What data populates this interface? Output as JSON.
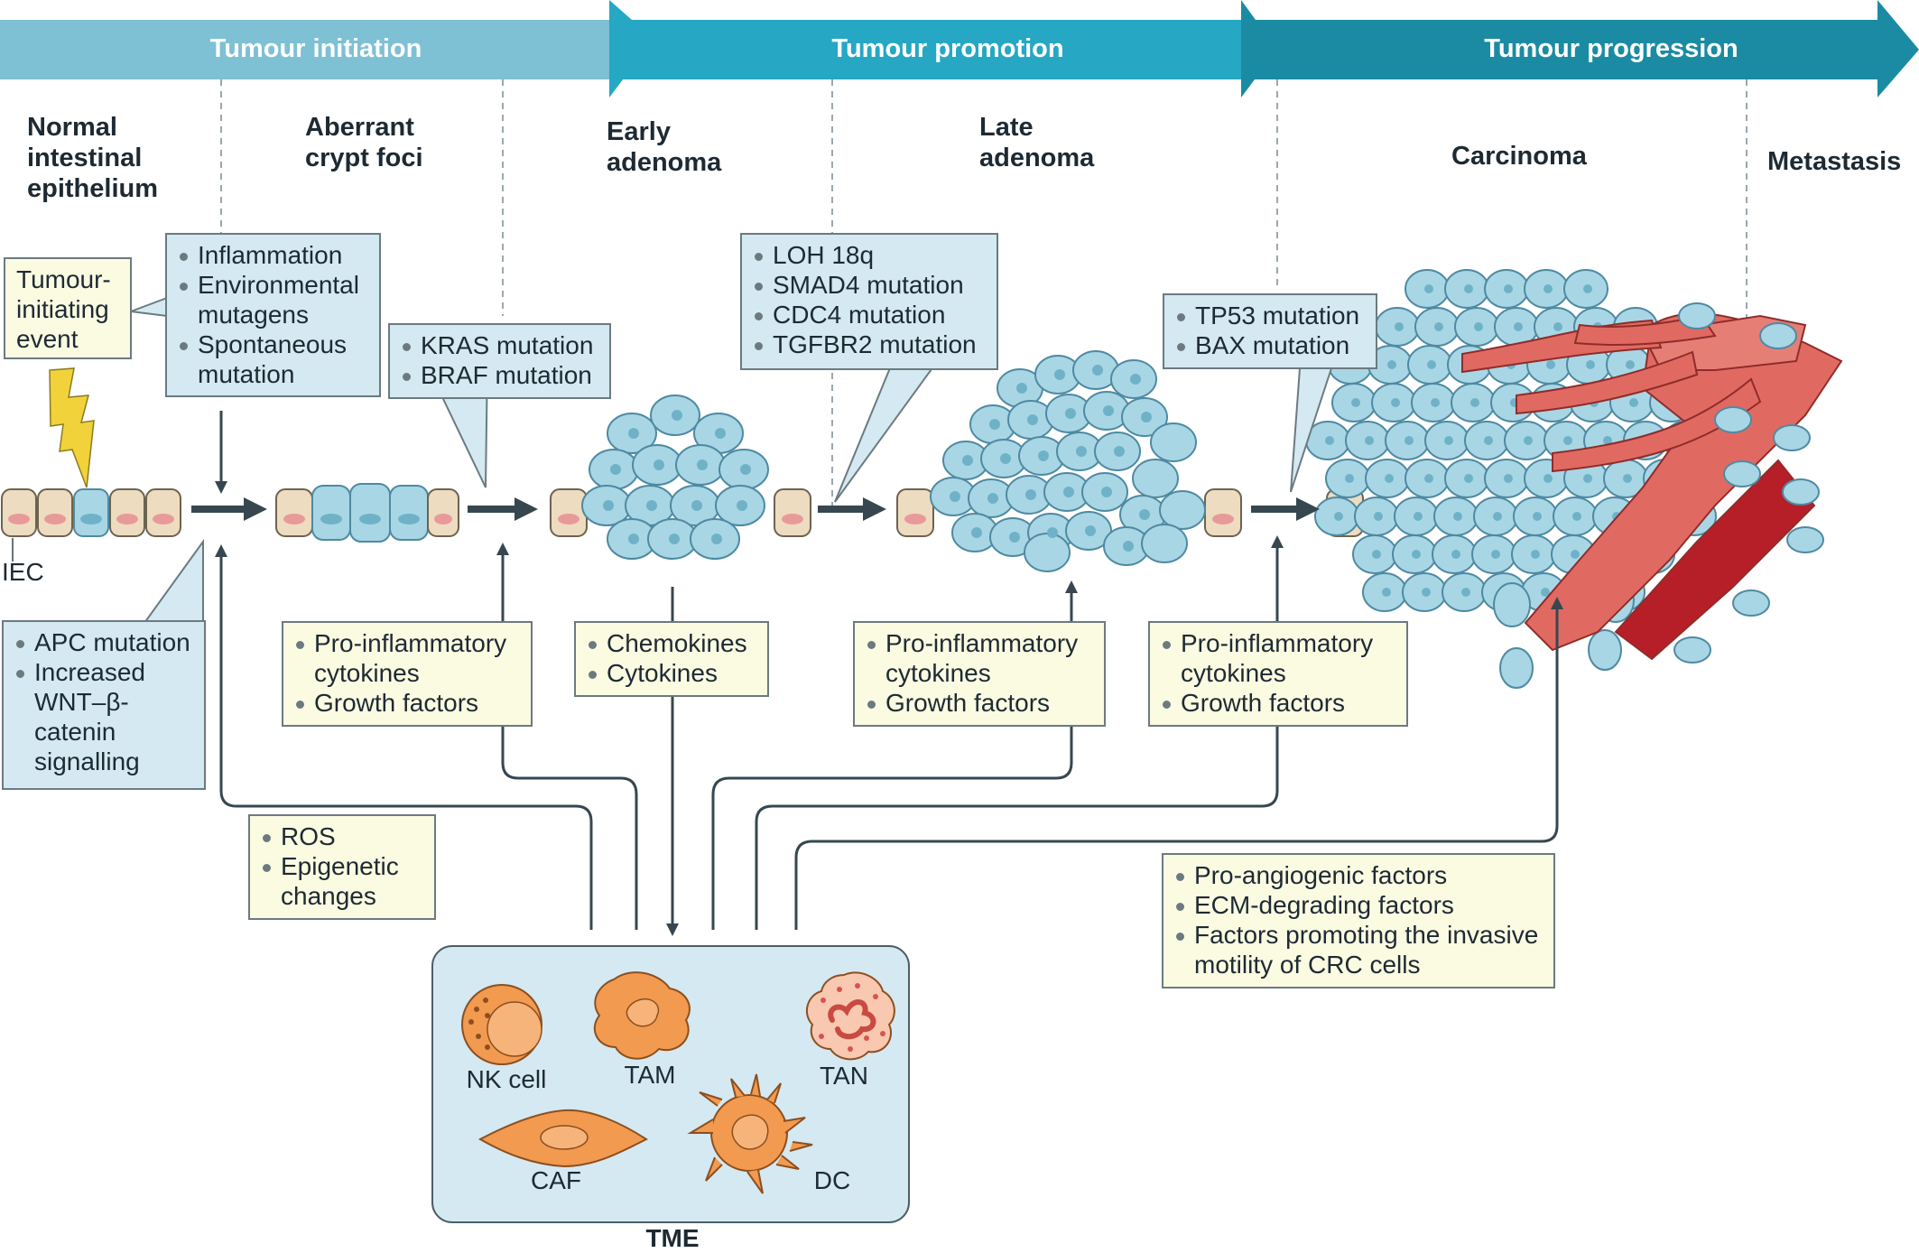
{
  "phases": [
    {
      "label": "Tumour initiation",
      "color": "#7ec0d4"
    },
    {
      "label": "Tumour promotion",
      "color": "#26a7c3"
    },
    {
      "label": "Tumour progression",
      "color": "#1b8ba3"
    }
  ],
  "stages": {
    "normal": "Normal intestinal epithelium",
    "acf": "Aberrant crypt foci",
    "early": "Early adenoma",
    "late": "Late adenoma",
    "carcinoma": "Carcinoma",
    "metastasis": "Metastasis"
  },
  "labels": {
    "iec": "IEC",
    "tme": "TME"
  },
  "boxes": {
    "tumour_initiating": "Tumour-initiating event",
    "inflammation": [
      "Inflammation",
      "Environmental mutagens",
      "Spontaneous mutation"
    ],
    "kras": [
      "KRAS mutation",
      "BRAF mutation"
    ],
    "loh": [
      "LOH 18q",
      "SMAD4 mutation",
      "CDC4 mutation",
      "TGFBR2 mutation"
    ],
    "tp53": [
      "TP53 mutation",
      "BAX mutation"
    ],
    "apc": [
      "APC mutation",
      "Increased WNT–β-catenin signalling"
    ],
    "proinf_1": [
      "Pro-inflammatory cytokines",
      "Growth factors"
    ],
    "chemokines": [
      "Chemokines",
      "Cytokines"
    ],
    "proinf_2": [
      "Pro-inflammatory cytokines",
      "Growth factors"
    ],
    "proinf_3": [
      "Pro-inflammatory cytokines",
      "Growth factors"
    ],
    "ros": [
      "ROS",
      "Epigenetic changes"
    ],
    "angio": [
      "Pro-angiogenic factors",
      "ECM-degrading factors",
      "Factors promoting the invasive motility of CRC cells"
    ]
  },
  "tme_cells": [
    "NK cell",
    "TAM",
    "TAN",
    "CAF",
    "DC"
  ],
  "colors": {
    "tumour_cell": "#a9d6e5",
    "tumour_cell_stroke": "#4e8aa2",
    "normal_cell": "#eddcc0",
    "arrow": "#37474f",
    "immune_cell": "#f29a50",
    "vessel": "#d9534f"
  }
}
